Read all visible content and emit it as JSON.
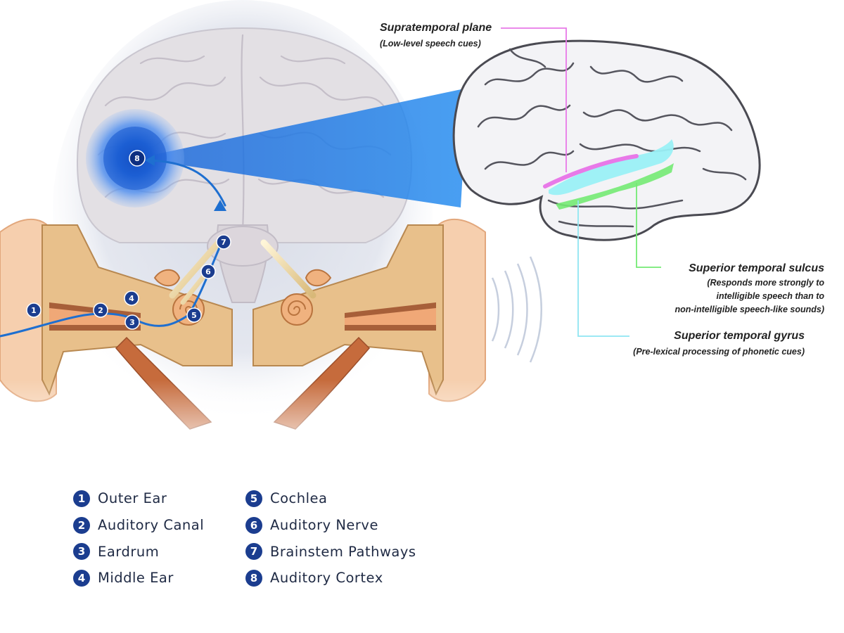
{
  "callouts": {
    "supratemporal_plane": {
      "title": "Supratemporal plane",
      "sub": "(Low-level speech cues)",
      "color": "#e06be0"
    },
    "superior_temporal_sulcus": {
      "title": "Superior temporal sulcus",
      "sub_lines": [
        "(Responds more strongly to",
        "intelligible speech than to",
        "non-intelligible speech-like sounds)"
      ],
      "color": "#5be05b"
    },
    "superior_temporal_gyrus": {
      "title": "Superior temporal gyrus",
      "sub": "(Pre-lexical processing of phonetic cues)",
      "color": "#7fe3f0"
    }
  },
  "markers": [
    "1",
    "2",
    "3",
    "4",
    "5",
    "6",
    "7",
    "8"
  ],
  "legend": [
    {
      "num": "1",
      "label": "Outer Ear"
    },
    {
      "num": "2",
      "label": "Auditory Canal"
    },
    {
      "num": "3",
      "label": "Eardrum"
    },
    {
      "num": "4",
      "label": "Middle Ear"
    },
    {
      "num": "5",
      "label": "Cochlea"
    },
    {
      "num": "6",
      "label": "Auditory Nerve"
    },
    {
      "num": "7",
      "label": "Brainstem Pathways"
    },
    {
      "num": "8",
      "label": "Auditory Cortex"
    }
  ],
  "colors": {
    "marker": "#1b3d8f",
    "path": "#1e6fd0",
    "focus": "#1e74e0",
    "ear_skin": "#f2b98c",
    "ear_bone": "#e6c08a",
    "brain": "#e8e8ee"
  }
}
